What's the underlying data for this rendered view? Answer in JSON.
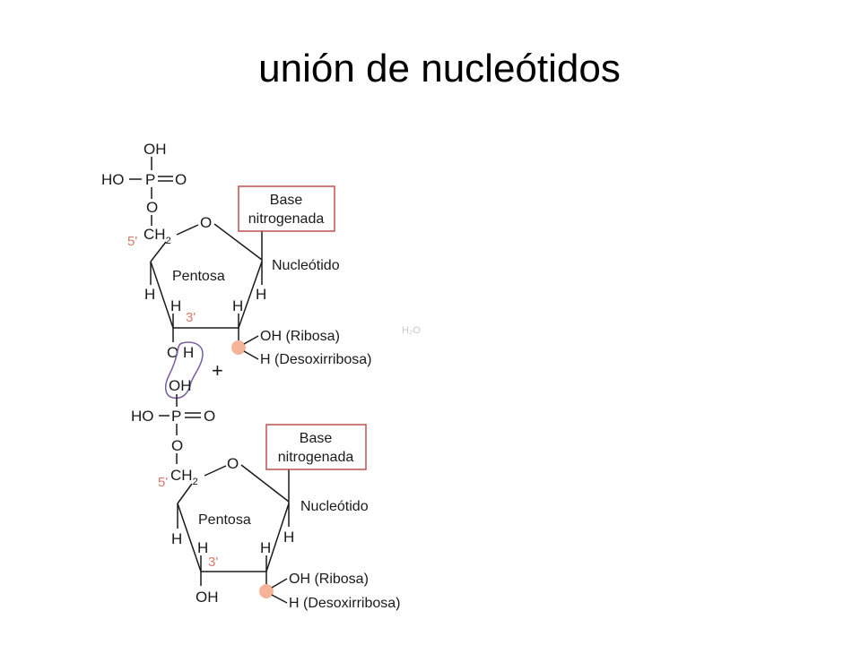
{
  "title": "unión de nucleótidos",
  "colors": {
    "prime_number": "#d47a6a",
    "bond_red": "#c0504d",
    "box_border": "#c0504d",
    "highlight_dot": "#f5b49a",
    "loop": "#7a5ca0"
  },
  "diagram": {
    "top_nucleotide": {
      "phosphate": {
        "oh_top": "OH",
        "ho_left": "HO",
        "p": "P",
        "o_right": "O",
        "o_bottom": "O"
      },
      "ch2": "CH",
      "ch2_sub": "2",
      "prime5": "5'",
      "prime3": "3'",
      "ring_o": "O",
      "pentose_label": "Pentosa",
      "base_line1": "Base",
      "base_line2": "nitrogenada",
      "nucleotide_label": "Nucleótido",
      "h_left": "H",
      "h_right": "H",
      "h_in_left": "H",
      "h_in_right": "H",
      "o3": "O",
      "h3": "H",
      "oh_ribosa": "OH (Ribosa)",
      "h_desoxi": "H (Desoxirribosa)"
    },
    "plus": "+",
    "faint_text": "H₂O",
    "bottom_nucleotide": {
      "oh_link": "OH",
      "phosphate": {
        "ho_left": "HO",
        "p": "P",
        "o_right": "O",
        "o_bottom": "O"
      },
      "ch2": "CH",
      "ch2_sub": "2",
      "prime5": "5'",
      "prime3": "3'",
      "ring_o": "O",
      "pentose_label": "Pentosa",
      "base_line1": "Base",
      "base_line2": "nitrogenada",
      "nucleotide_label": "Nucleótido",
      "h_left": "H",
      "h_right": "H",
      "h_in_left": "H",
      "h_in_right": "H",
      "oh3": "OH",
      "oh_ribosa": "OH (Ribosa)",
      "h_desoxi": "H (Desoxirribosa)"
    }
  }
}
